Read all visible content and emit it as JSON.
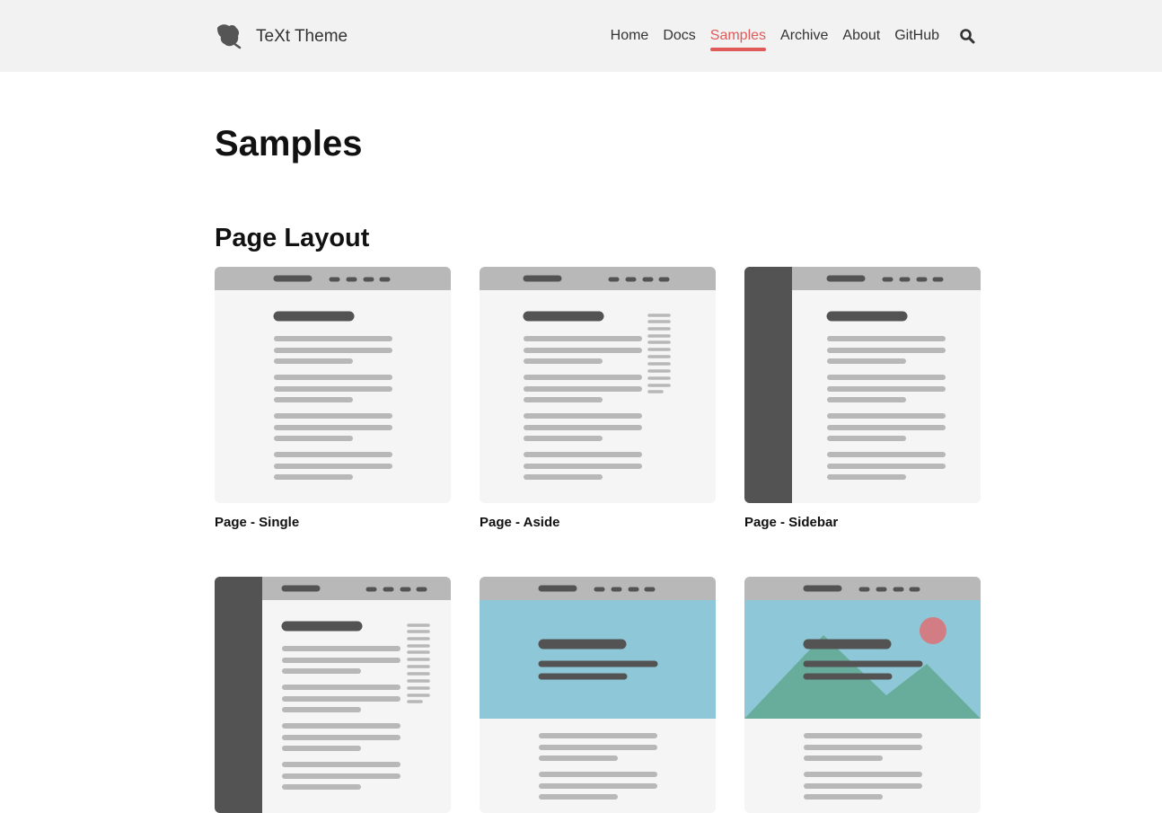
{
  "header": {
    "site_title": "TeXt Theme",
    "nav": [
      {
        "label": "Home",
        "active": false
      },
      {
        "label": "Docs",
        "active": false
      },
      {
        "label": "Samples",
        "active": true
      },
      {
        "label": "Archive",
        "active": false
      },
      {
        "label": "About",
        "active": false
      },
      {
        "label": "GitHub",
        "active": false
      }
    ],
    "search_icon": "search-icon"
  },
  "main": {
    "page_title": "Samples",
    "section_title": "Page Layout",
    "cards": [
      {
        "label": "Page - Single"
      },
      {
        "label": "Page - Aside"
      },
      {
        "label": "Page - Sidebar"
      },
      {
        "label": ""
      },
      {
        "label": ""
      },
      {
        "label": ""
      }
    ]
  },
  "colors": {
    "accent": "#e05a5a",
    "header_bg": "#f2f2f2",
    "thumb_bg": "#f5f5f5",
    "thumb_bar": "#b8b8b8",
    "thumb_dark": "#535353",
    "hero_blue": "#8ec8d8",
    "mountain_green": "#68ad9b",
    "sun_red": "#d27d83"
  }
}
